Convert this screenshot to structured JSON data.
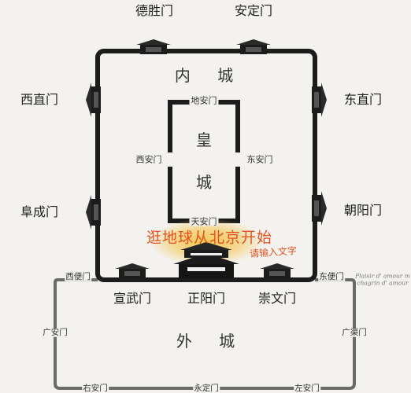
{
  "inner_city": {
    "label": "内 城",
    "gates": {
      "north_left": "德胜门",
      "north_right": "安定门",
      "west_upper": "西直门",
      "west_lower": "阜成门",
      "east_upper": "东直门",
      "east_lower": "朝阳门",
      "south_left": "宣武门",
      "south_center": "正阳门",
      "south_right": "崇文门"
    }
  },
  "imperial_city": {
    "label_top": "皇",
    "label_bottom": "城",
    "gates": {
      "north": "地安门",
      "west": "西安门",
      "east": "东安门",
      "south": "天安门"
    }
  },
  "outer_city": {
    "label": "外 城",
    "gates": {
      "northwest": "西便门",
      "northeast": "东便门",
      "west": "广安门",
      "east": "广渠门",
      "south_left": "右安门",
      "south_center": "永定门",
      "south_right": "左安门"
    }
  },
  "overlay": {
    "title": "逛地球从北京开始",
    "input_hint": "请输入文字",
    "watermark_line1": "Plaisir d' amour m",
    "watermark_line2": "chagrin d' amour"
  },
  "colors": {
    "wall": "#1c1c1c",
    "accent": "#e0531f",
    "glow": "#f6c54a",
    "background": "#f3f2ee"
  }
}
